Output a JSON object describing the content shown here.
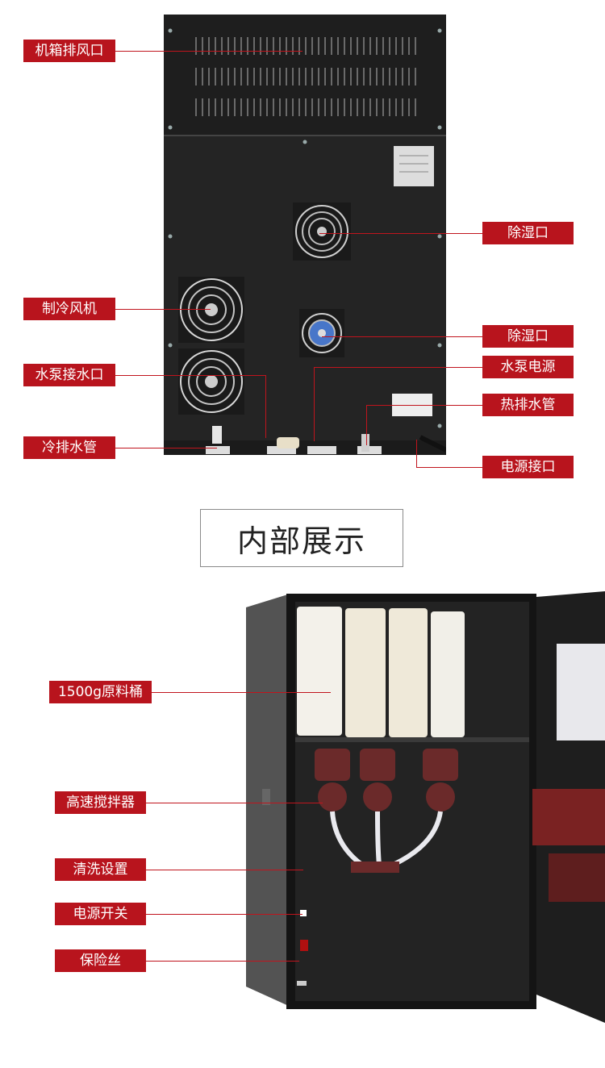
{
  "back_view": {
    "labels_left": {
      "exhaust": "机箱排风口",
      "cooling_fan": "制冷风机",
      "pump_inlet": "水泵接水口",
      "cold_drain": "冷排水管"
    },
    "labels_right": {
      "dehumid_1": "除湿口",
      "dehumid_2": "除湿口",
      "pump_power": "水泵电源",
      "hot_drain": "热排水管",
      "power_port": "电源接口"
    }
  },
  "section": {
    "title": "内部展示"
  },
  "interior_view": {
    "labels": {
      "bucket": "1500g原料桶",
      "mixer": "高速搅拌器",
      "cleaning": "清洗设置",
      "power_switch": "电源开关",
      "fuse": "保险丝"
    }
  },
  "colors": {
    "label_bg": "#b8141d",
    "label_text": "#ffffff",
    "machine_body": "#262626"
  }
}
